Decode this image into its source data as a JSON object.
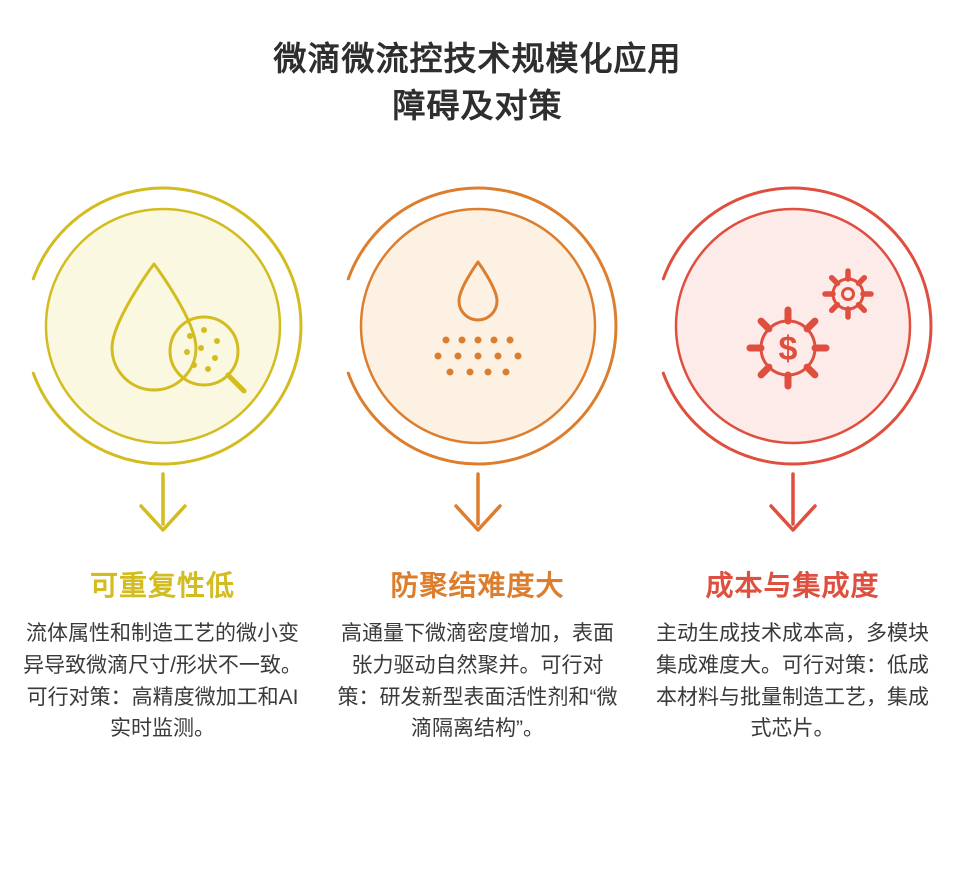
{
  "title": {
    "line1": "微滴微流控技术规模化应用",
    "line2": "障碍及对策"
  },
  "colors": {
    "title_text": "#2e2e2e",
    "body_text": "#3a3a3a",
    "background": "#ffffff"
  },
  "columns": [
    {
      "heading": "可重复性低",
      "body": "流体属性和制造工艺的微小变异导致微滴尺寸/形状不一致。可行对策：高精度微加工和AI实时监测。",
      "color": "#d3bc1f",
      "circle_fill": "#fbf8e1",
      "icon": "droplet-magnifier-icon",
      "dollar": ""
    },
    {
      "heading": "防聚结难度大",
      "body": "高通量下微滴密度增加，表面张力驱动自然聚并。可行对策：研发新型表面活性剂和“微滴隔离结构”。",
      "color": "#dd7e2f",
      "circle_fill": "#fcf1e3",
      "icon": "droplet-spray-icon",
      "dollar": ""
    },
    {
      "heading": "成本与集成度",
      "body": "主动生成技术成本高，多模块集成难度大。可行对策：低成本材料与批量制造工艺，集成式芯片。",
      "color": "#df4f3f",
      "circle_fill": "#fcebe9",
      "icon": "gear-dollar-icon",
      "dollar": "$"
    }
  ]
}
